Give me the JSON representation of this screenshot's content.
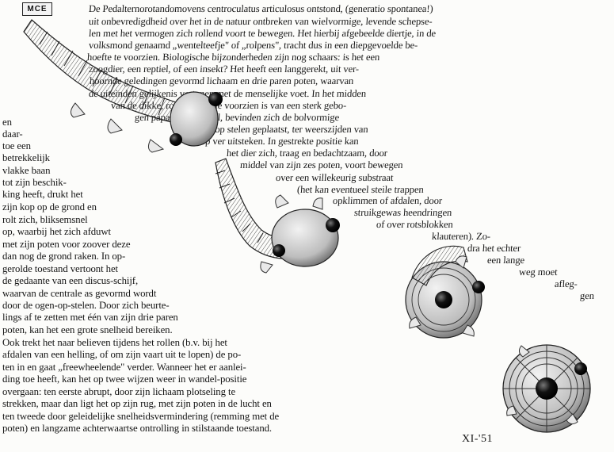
{
  "monogram": "MCE",
  "date": "XI-'51",
  "top_text": [
    "De Pedalternorotandomovens centroculatus articulosus ontstond, (generatio spontanea!)",
    "uit onbevredigdheid over het in de natuur ontbreken van wielvormige, levende schepse-",
    "len met het vermogen zich rollend voort te bewegen. Het hierbij afgebeelde diertje, in de",
    "volksmond genaamd „wentelteefje\" of „rolpens\", tracht dus in een diepgevoelde be-",
    "hoefte te voorzien. Biologische bijzonderheden zijn nog schaars: is het een",
    "zoogdier, een reptiel, of een insekt? Het heeft een langgerekt, uit ver-",
    "hoornde geledingen gevormd lichaam en drie paren poten, waarvan",
    "de uiteinden gelijkenis vertonen met de menselijke voet. In het midden",
    "van de dikke, ronde kop, die voorzien is van een sterk gebo-",
    "gen papagaaiensnavel, bevinden zich de bolvormige",
    "ogen, die, op stelen geplaatst, ter weerszijden van",
    "de kop ver uitsteken. In gestrekte positie kan",
    "het dier zich, traag en bedachtzaam, door",
    "middel van zijn zes poten, voort bewegen",
    "over een willekeurig substraat",
    "(het kan eventueel steile trappen",
    "opklimmen of afdalen, door",
    "struikgewas heendringen",
    "of over rotsblokken",
    "klauteren). Zo-",
    "dra het echter",
    "een lange",
    "weg moet",
    "afleg-",
    "gen"
  ],
  "left_text": [
    "en",
    "daar-",
    "toe een",
    "betrekkelijk",
    "vlakke baan",
    "tot zijn beschik-",
    "king heeft, drukt het",
    "zijn kop op de grond en",
    "rolt zich, bliksemsnel",
    "op, waarbij het zich afduwt",
    "met zijn poten voor zoover deze",
    "dan nog de grond raken. In op-",
    "gerolde toestand vertoont het",
    "de gedaante van een discus-schijf,",
    "waarvan de centrale as gevormd wordt",
    "door de ogen-op-stelen. Door zich beurte-",
    "lings af te zetten met één van zijn drie paren",
    "poten, kan het een grote snelheid bereiken.",
    "Ook trekt het naar believen tijdens het rollen (b.v. bij het",
    "afdalen van een helling, of om zijn vaart uit te lopen) de po-",
    "ten in en gaat „freewheelende\" verder. Wanneer het er aanlei-",
    "ding toe heeft, kan het op twee wijzen weer in wandel-positie",
    "overgaan: ten eerste abrupt, door zijn lichaam plotseling te",
    "strekken, maar dan ligt het op zijn rug, met zijn poten in de lucht en",
    "ten tweede door geleidelijke snelheidsvermindering (remming met de",
    "poten) en langzame achterwaartse ontrolling in stilstaande toestand."
  ]
}
